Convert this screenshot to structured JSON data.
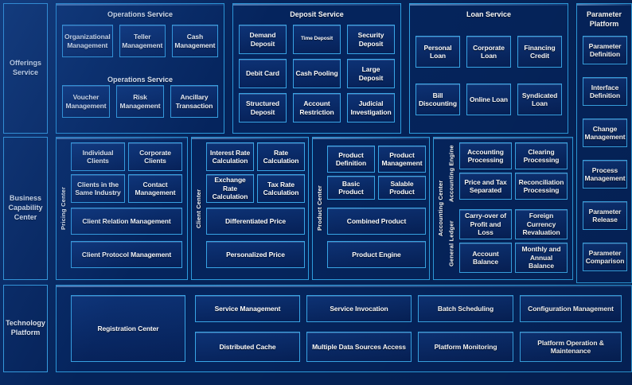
{
  "theme": {
    "background": "#052358",
    "border_accent": "#39a7e8",
    "panel_border": "#2e9fe0",
    "text": "#ffffff"
  },
  "rows": {
    "offerings": {
      "label": "Offerings\nService"
    },
    "business": {
      "label": "Business\nCapability\nCenter"
    },
    "technology": {
      "label": "Technology\nPlatform"
    }
  },
  "offerings_service": {
    "panels": [
      {
        "title": "Operations Service",
        "mid_title": "Operations Service",
        "items": [
          "Organizational Management",
          "Teller Management",
          "Cash Management",
          "Voucher Management",
          "Risk Management",
          "Ancillary Transaction"
        ]
      },
      {
        "title": "Deposit Service",
        "items": [
          "Demand Deposit",
          "Time Deposit",
          "Security Deposit",
          "Debit Card",
          "Cash Pooling",
          "Large Deposit",
          "Structured Deposit",
          "Account Restriction",
          "Judicial Investigation"
        ]
      },
      {
        "title": "Loan Service",
        "items": [
          "Personal Loan",
          "Corporate Loan",
          "Financing Credit",
          "Bill Discounting",
          "Online Loan",
          "Syndicated Loan"
        ]
      }
    ]
  },
  "parameter_platform": {
    "title": "Parameter Platform",
    "items": [
      "Parameter Definition",
      "Interface Definition",
      "Change Management",
      "Process Management",
      "Parameter Release",
      "Parameter Comparison"
    ]
  },
  "business_capability": {
    "panels": [
      {
        "vlabel": "Pricing Center",
        "items": [
          "Individual Clients",
          "Corporate Clients",
          "Clients in the Same Industry",
          "Contact Management",
          "Client Relation Management",
          "Client Protocol Management"
        ]
      },
      {
        "vlabel": "Client Center",
        "items": [
          "Interest Rate Calculation",
          "Rate Calculation",
          "Exchange Rate Calculation",
          "Tax Rate Calculation",
          "Differentiated Price",
          "Personalized Price"
        ]
      },
      {
        "vlabel": "Product Center",
        "items": [
          "Product Definition",
          "Product Management",
          "Basic Product",
          "Salable Product",
          "Combined Product",
          "Product Engine"
        ]
      },
      {
        "vlabel": "Accounting Center",
        "sub_labels": [
          "Accounting Engine",
          "General  Ledger"
        ],
        "items": [
          "Accounting Processing",
          "Clearing Processing",
          "Price and Tax Separated",
          "Reconciliation Processing",
          "Carry-over of Profit and Loss",
          "Foreign Currency Revaluation",
          "Account Balance",
          "Monthly and Annual Balance"
        ]
      }
    ]
  },
  "technology_platform": {
    "items": [
      "Registration Center",
      "Service Management",
      "Service Invocation",
      "Batch Scheduling",
      "Configuration Management",
      "Distributed Cache",
      "Multiple Data Sources Access",
      "Platform Monitoring",
      "Platform Operation & Maintenance"
    ]
  }
}
